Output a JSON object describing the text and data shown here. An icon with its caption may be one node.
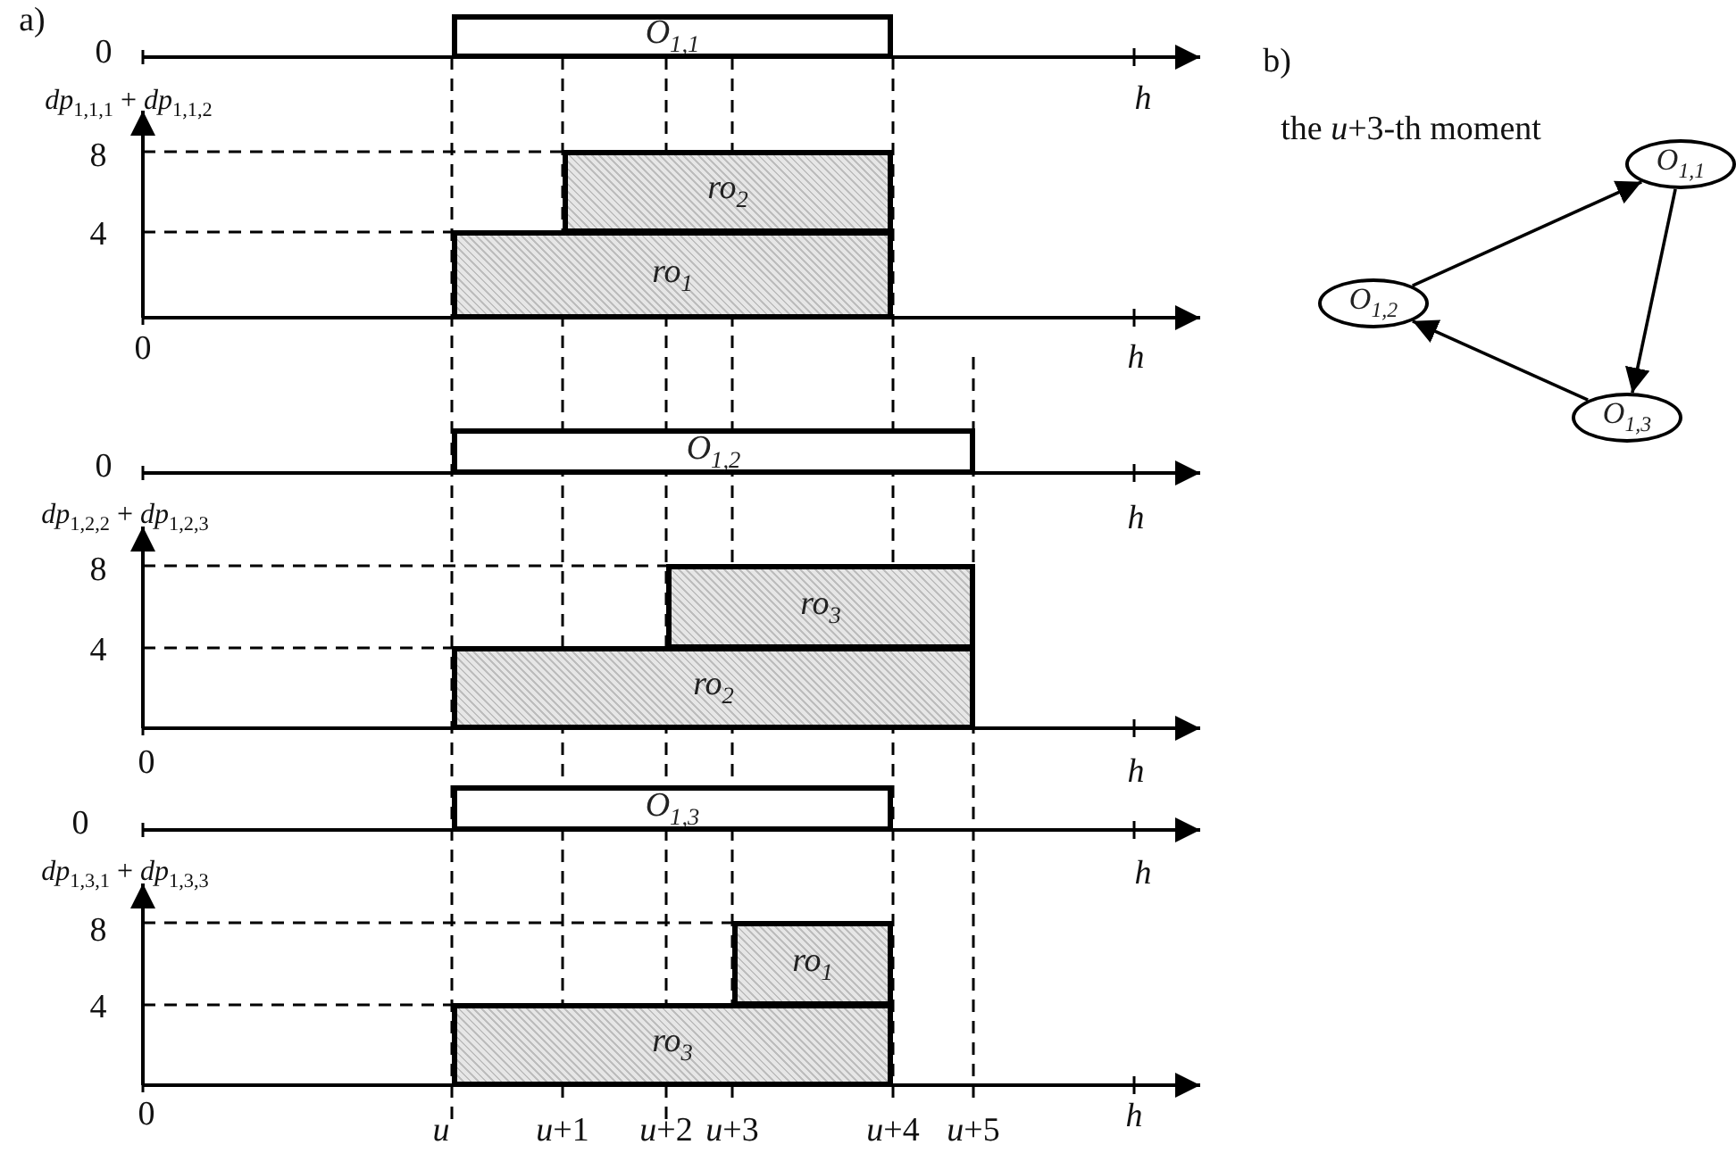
{
  "diagram": {
    "nodes": [
      {
        "text": [
          "O$_{1,1}$"
        ]
      },
      {
        "text": [
          "ro$_{2}$"
        ]
      },
      {
        "text": [
          "ro$_{1}$"
        ]
      },
      {
        "text": [
          "O$_{1,2}$"
        ]
      },
      {
        "text": [
          "ro$_{3}$"
        ]
      },
      {
        "text": [
          "ro$_{2}$"
        ]
      },
      {
        "text": [
          "O$_{1,3}$"
        ]
      },
      {
        "text": [
          "ro$_{1}$"
        ]
      },
      {
        "text": [
          "ro$_{3}$"
        ]
      },
      {
        "text": [
          "O$_{1,1}$"
        ]
      },
      {
        "text": [
          "O$_{1,2}$"
        ]
      },
      {
        "text": [
          "O$_{1,3}$"
        ]
      }
    ],
    "edges": [
      {
        "from": 10,
        "to": 9,
        "arrow": "to"
      },
      {
        "from": 9,
        "to": 11,
        "arrow": "to"
      },
      {
        "from": 11,
        "to": 10,
        "arrow": "to"
      }
    ],
    "labels": [
      "a)",
      "0",
      "*dp*$_{1,1,1}$ + *dp*$_{1,1,2}$",
      "h",
      "8",
      "4",
      "0",
      "h",
      "0",
      "*dp*$_{1,2,2}$ + *dp*$_{1,2,3}$",
      "h",
      "8",
      "4",
      "0",
      "h",
      "0",
      "*dp*$_{1,3,1}$ + *dp*$_{1,3,3}$",
      "h",
      "8",
      "4",
      "0",
      "*u*",
      "*u*+1",
      "*u*+2",
      "*u*+3",
      "*u*+4",
      "*u*+5",
      "h",
      "b)",
      "the *u*+3-th moment"
    ]
  }
}
